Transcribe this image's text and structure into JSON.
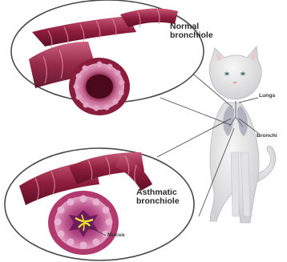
{
  "callouts": {
    "normal": {
      "line1": "Normal",
      "line2": "bronchiole"
    },
    "asthmatic": {
      "line1": "Asthmatic",
      "line2": "bronchiole"
    },
    "mucus": "Mucus"
  },
  "cat_labels": {
    "lungs": "Lungs",
    "bronchi": "Bronchi"
  },
  "colors": {
    "airway_dark": "#7b1630",
    "airway_mid": "#a3284a",
    "airway_light": "#c9607c",
    "lumen_wall": "#d98ab0",
    "mucus": "#e6e633",
    "lung_shade": "#b7b7c4",
    "cat_fur": "#ebeaea"
  }
}
